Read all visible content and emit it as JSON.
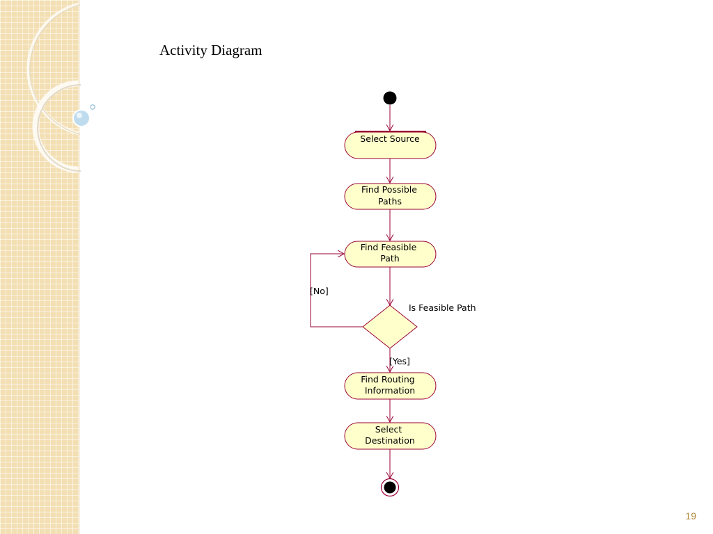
{
  "slide": {
    "title": "Activity Diagram",
    "page_number": "19"
  },
  "diagram": {
    "type": "uml-activity",
    "activities": [
      {
        "id": "select-source",
        "lines": [
          "Select Source"
        ]
      },
      {
        "id": "find-possible-paths",
        "lines": [
          "Find Possible",
          "Paths"
        ]
      },
      {
        "id": "find-feasible-path",
        "lines": [
          "Find Feasible",
          "Path"
        ]
      },
      {
        "id": "find-routing-information",
        "lines": [
          "Find Routing",
          "Information"
        ]
      },
      {
        "id": "select-destination",
        "lines": [
          "Select",
          "Destination"
        ]
      }
    ],
    "decision": {
      "label": "Is Feasible Path"
    },
    "guards": {
      "no": "[No]",
      "yes": "[Yes]"
    }
  },
  "colors": {
    "node_fill": "#ffffcc",
    "node_stroke": "#990033",
    "edge": "#990033",
    "side_panel": "#f3dfb4",
    "page_number": "#b08a3c"
  }
}
